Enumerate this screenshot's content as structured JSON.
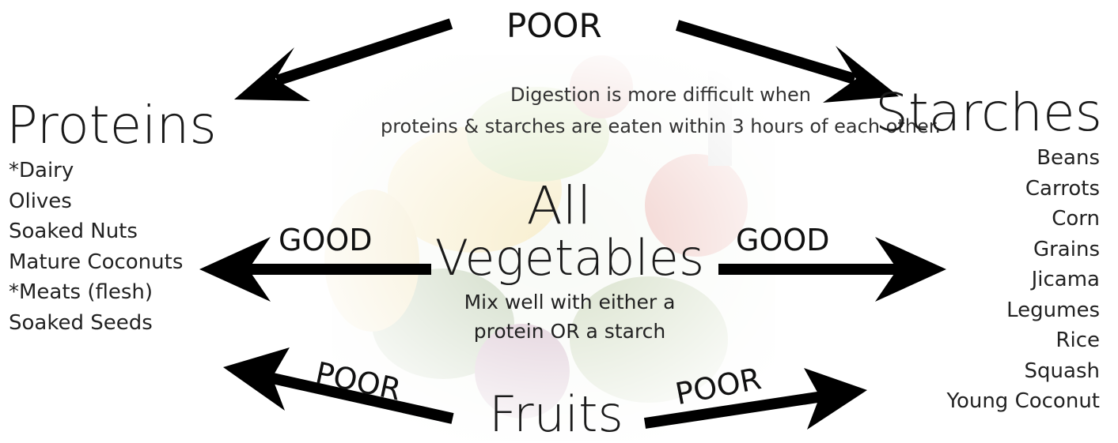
{
  "diagram": {
    "top_label": "POOR",
    "digestion_note": [
      "Digestion is more difficult when",
      "proteins & starches are eaten within 3 hours of each other."
    ],
    "proteins": {
      "title": "Proteins",
      "items": [
        "*Dairy",
        "Olives",
        "Soaked Nuts",
        "Mature Coconuts",
        "*Meats (flesh)",
        "Soaked Seeds"
      ]
    },
    "starches": {
      "title": "Starches",
      "items": [
        "Beans",
        "Carrots",
        "Corn",
        "Grains",
        "Jicama",
        "Legumes",
        "Rice",
        "Squash",
        "Young Coconut"
      ]
    },
    "vegetables": {
      "title_line1": "All",
      "title_line2": "Vegetables",
      "subtitle": [
        "Mix well with either a",
        "protein OR a starch"
      ]
    },
    "good_left": "GOOD",
    "good_right": "GOOD",
    "fruits": {
      "title": "Fruits"
    },
    "poor_fruits_left": "POOR",
    "poor_fruits_right": "POOR"
  },
  "colors": {
    "text": "#1a1a1a",
    "arrow": "#000000",
    "background": "#ffffff"
  },
  "background_image": "faded vegetables photo"
}
